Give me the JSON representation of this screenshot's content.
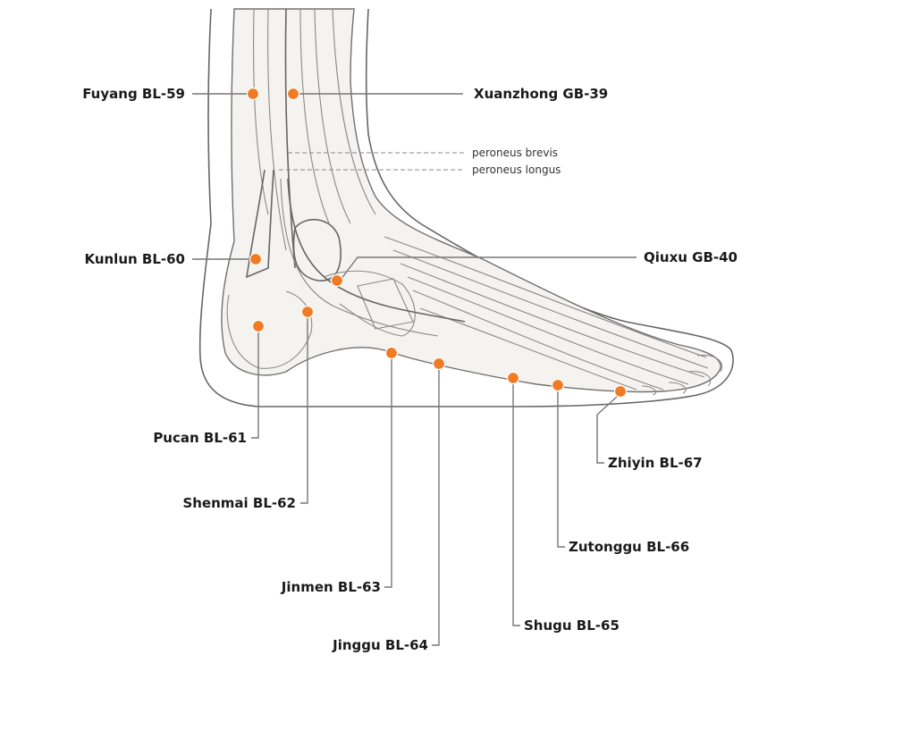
{
  "colors": {
    "point": "#f07b24",
    "leader": "#777777",
    "label": "#1a1a1a"
  },
  "points": {
    "fuyang": "Fuyang BL-59",
    "xuanzhong": "Xuanzhong GB-39",
    "kunlun": "Kunlun BL-60",
    "qiuxu": "Qiuxu GB-40",
    "pucan": "Pucan BL-61",
    "shenmai": "Shenmai BL-62",
    "jinmen": "Jinmen BL-63",
    "jinggu": "Jinggu BL-64",
    "shugu": "Shugu BL-65",
    "zutonggu": "Zutonggu BL-66",
    "zhiyin": "Zhiyin BL-67"
  },
  "muscles": {
    "peroneus_brevis": "peroneus brevis",
    "peroneus_longus": "peroneus longus"
  }
}
